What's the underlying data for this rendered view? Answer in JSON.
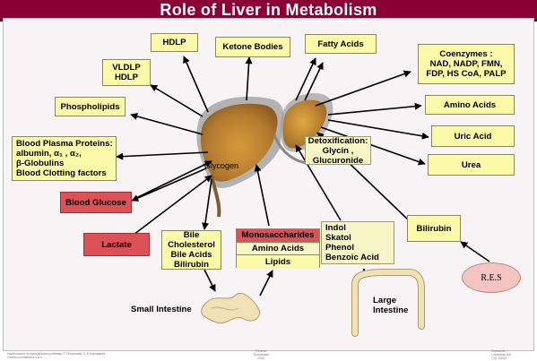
{
  "title": "Role of Liver in Metabolism",
  "nodes": {
    "hdlp": "HDLP",
    "ketone_bodies": "Ketone Bodies",
    "fatty_acids": "Fatty Acids",
    "coenzymes": [
      "Coenzymes :",
      "NAD, NADP, FMN,",
      "FDP, HS CoA, PALP"
    ],
    "vldlp_hdlp": [
      "VLDLP",
      "HDLP"
    ],
    "phospholipids": "Phospholipids",
    "amino_acids_right": "Amino Acids",
    "uric_acid": "Uric Acid",
    "blood_plasma_proteins": [
      "Blood Plasma Proteins:",
      "albumin, α₁ , α₂,",
      "β-Globulins",
      "Blood Clotting factors"
    ],
    "detoxification": [
      "Detoxification:",
      "Glycin ,",
      "Glucuronide"
    ],
    "urea": "Urea",
    "blood_glucose": "Blood Glucose",
    "bilirubin": "Bilirubin",
    "lactate": "Lactate",
    "bile_group": [
      "Bile",
      "Cholesterol",
      "Bile Acids",
      "Bilirubin"
    ],
    "absorption_stack": [
      "Monosaccharides",
      "Amino Acids",
      "Lipids"
    ],
    "colon_metabolites": [
      "Indol",
      "Skatol",
      "Phenol",
      "Benzoic Acid"
    ],
    "glycogen": "Glycogen",
    "res": "R.E.S",
    "small_intestine": "Small Intestine",
    "large_intestine": [
      "Large",
      "Intestine"
    ]
  },
  "footer": {
    "left": [
      "Нарисовано по материалам учебника Т.Т.Березова, Б.Ф.Коровкина",
      "Схема составлена к.м.н. ...."
    ],
    "center": [
      "\"Печень\"",
      "\"Биохимия\"",
      "2006"
    ],
    "right": [
      "Схема № ...",
      "Страница 5/6",
      "Стр. 33/43"
    ]
  },
  "colors": {
    "title_bar": "#8a0032",
    "yellow_box": "#fafaa8",
    "red_box": "#dc5058",
    "liver": "#c08a3a",
    "res_oval": "#f4c4c0"
  }
}
